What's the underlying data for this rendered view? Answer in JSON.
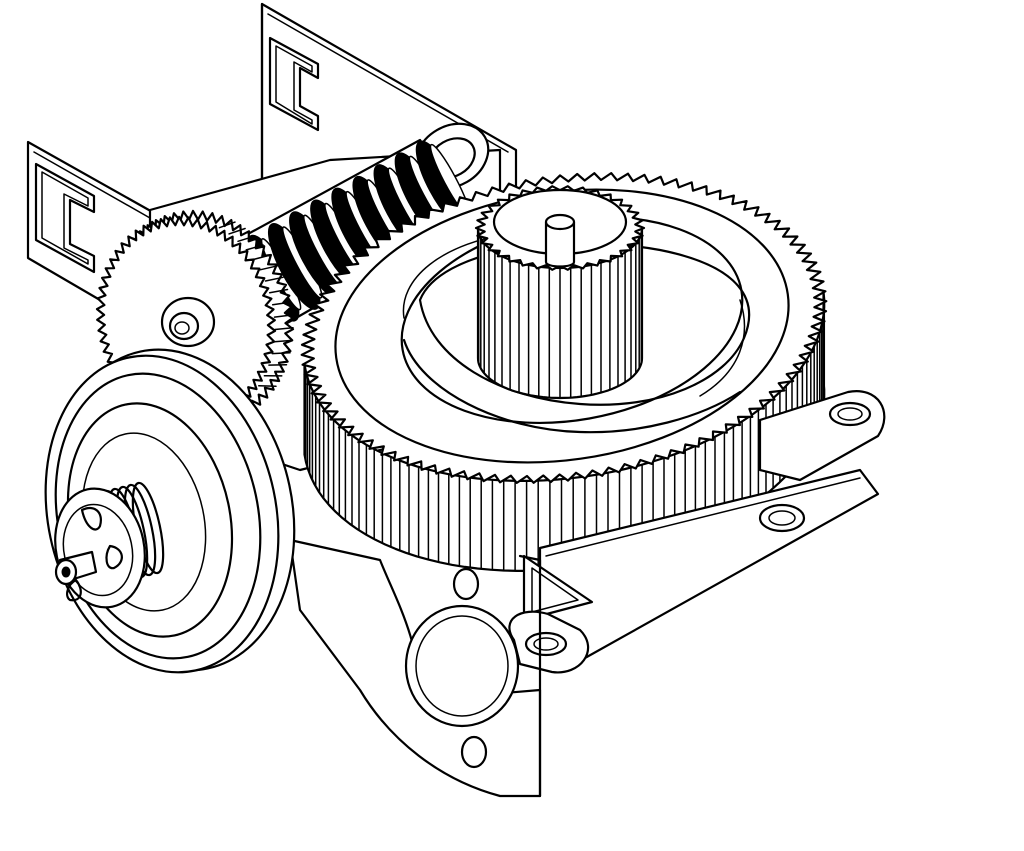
{
  "figure": {
    "subject": "gearbox-assembly",
    "colors": {
      "line": "#000000",
      "background": "#ffffff"
    },
    "parts": [
      {
        "id": "rear-mounting-bracket"
      },
      {
        "id": "left-mounting-bracket"
      },
      {
        "id": "worm-shaft"
      },
      {
        "id": "small-spur-gear"
      },
      {
        "id": "large-spur-gear"
      },
      {
        "id": "output-pinion"
      },
      {
        "id": "drive-pulley"
      },
      {
        "id": "mounting-plate"
      }
    ]
  }
}
